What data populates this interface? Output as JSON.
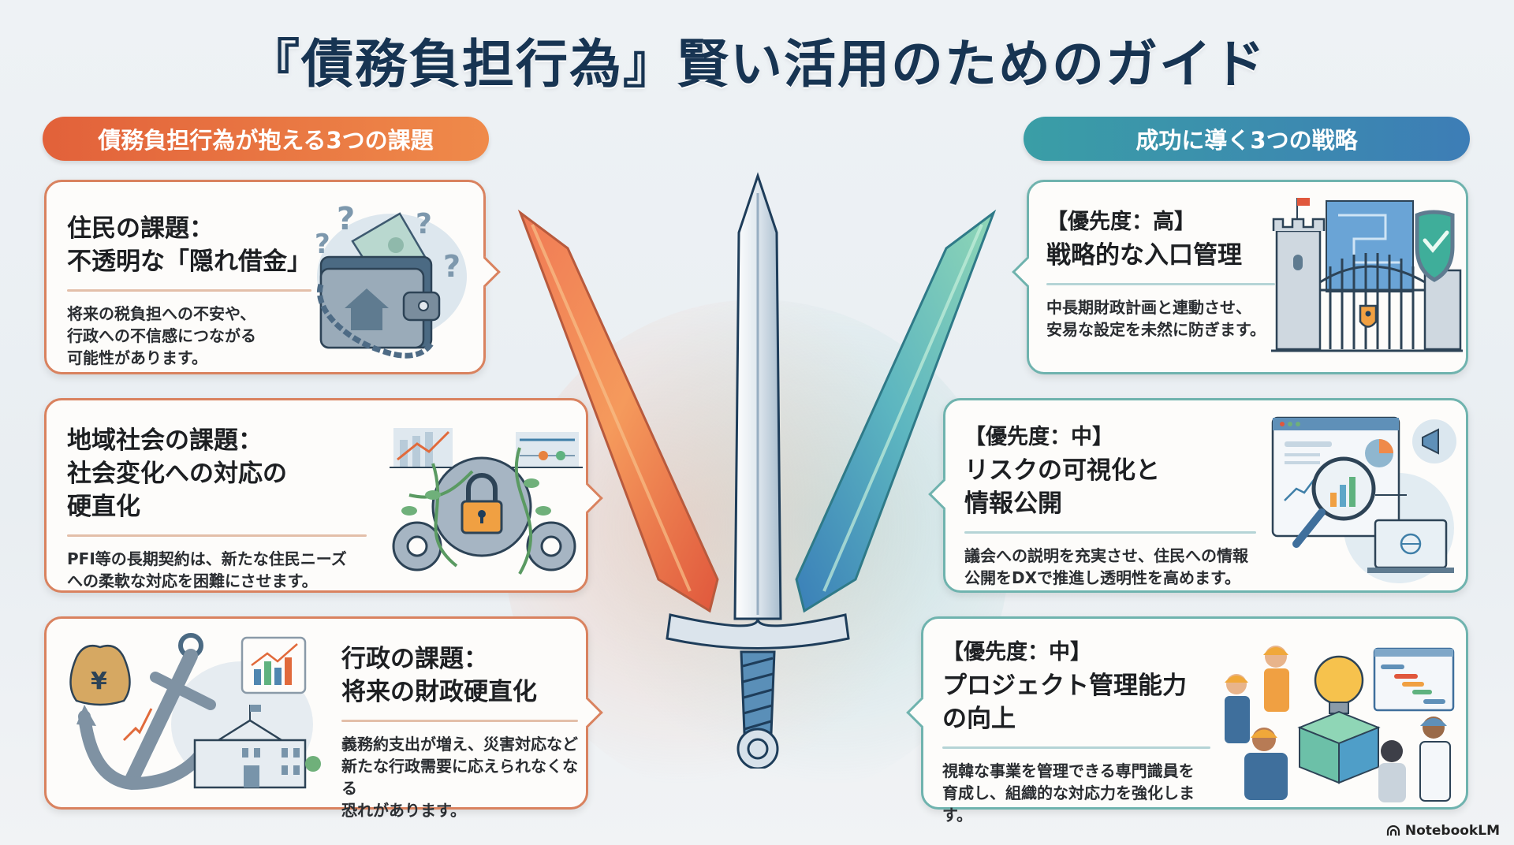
{
  "title": "『債務負担行為』賢い活用のためのガイド",
  "left_section": {
    "header": "債務負担行為が抱える3つの課題",
    "accent_color": "#e2613a",
    "cards": [
      {
        "heading_line1": "住民の課題：",
        "heading_line2": "不透明な「隠れ借金」",
        "heading_line3": "",
        "body_line1": "将来の税負担への不安や、",
        "body_line2": "行政への不信感につながる",
        "body_line3": "可能性があります。",
        "illustration": "chained-wallet-with-house-and-question-marks"
      },
      {
        "heading_line1": "地域社会の課題：",
        "heading_line2": "社会変化への対応の",
        "heading_line3": "硬直化",
        "body_line1": "PFI等の長期契約は、新たな住民ニーズ",
        "body_line2": "への柔軟な対応を困難にさせます。",
        "body_line3": "",
        "illustration": "locked-gear-with-vines-and-charts"
      },
      {
        "heading_line1": "行政の課題：",
        "heading_line2": "将来の財政硬直化",
        "heading_line3": "",
        "body_line1": "義務約支出が増え、災害対応など",
        "body_line2": "新たな行政需要に応えられなくなる",
        "body_line3": "恐れがあります。",
        "illustration": "anchor-yen-bag-government-building"
      }
    ]
  },
  "right_section": {
    "header": "成功に導く3つの戦略",
    "accent_color": "#3a9ea6",
    "cards": [
      {
        "priority": "【優先度：高】",
        "heading_line1": "戦略的な入口管理",
        "heading_line2": "",
        "body_line1": "中長期財政計画と連動させ、",
        "body_line2": "安易な設定を未然に防ぎます。",
        "illustration": "castle-gate-shield-blueprint"
      },
      {
        "priority": "【優先度：中】",
        "heading_line1": "リスクの可視化と",
        "heading_line2": "情報公開",
        "body_line1": "議会への説明を充実させ、住民への情報",
        "body_line2": "公開をDXで推進し透明性を高めます。",
        "illustration": "magnifier-dashboard-megaphone-laptop"
      },
      {
        "priority": "【優先度：中】",
        "heading_line1": "プロジェクト管理能力",
        "heading_line2": "の向上",
        "body_line1": "視韓な事業を管理できる専門識員を",
        "body_line2": "育成し、組織的な対応力を強化します。",
        "illustration": "team-lightbulb-cube-gantt"
      }
    ]
  },
  "center_graphic": {
    "description": "three-swords-orange-silver-teal",
    "colors": {
      "left_blade": "#ef7a4d",
      "center_blade": "#c9d6e2",
      "right_blade": "#4aa7b8",
      "hilt": "#4f86b0"
    }
  },
  "branding": {
    "label": "NotebookLM"
  }
}
